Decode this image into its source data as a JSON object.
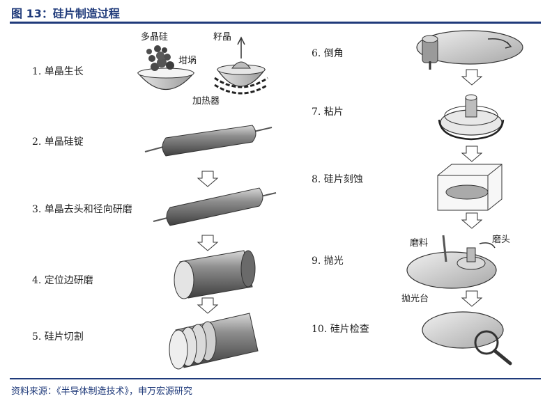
{
  "figure": {
    "title": "图 13：硅片制造过程",
    "source": "资料来源：《半导体制造技术》，申万宏源研究"
  },
  "steps_left": [
    {
      "label": "1. 单晶生长"
    },
    {
      "label": "2. 单晶硅锭"
    },
    {
      "label": "3. 单晶去头和径向研磨"
    },
    {
      "label": "4. 定位边研磨"
    },
    {
      "label": "5. 硅片切割"
    }
  ],
  "steps_right": [
    {
      "label": "6. 倒角"
    },
    {
      "label": "7. 粘片"
    },
    {
      "label": "8. 硅片刻蚀"
    },
    {
      "label": "9. 抛光"
    },
    {
      "label": "10. 硅片检查"
    }
  ],
  "annotations": {
    "polysilicon": "多晶硅",
    "seed": "籽晶",
    "crucible": "坩埚",
    "heater": "加热器",
    "slurry": "磨料",
    "polish_head": "磨头",
    "polish_table": "抛光台"
  },
  "colors": {
    "accent": "#1f3a7a"
  }
}
